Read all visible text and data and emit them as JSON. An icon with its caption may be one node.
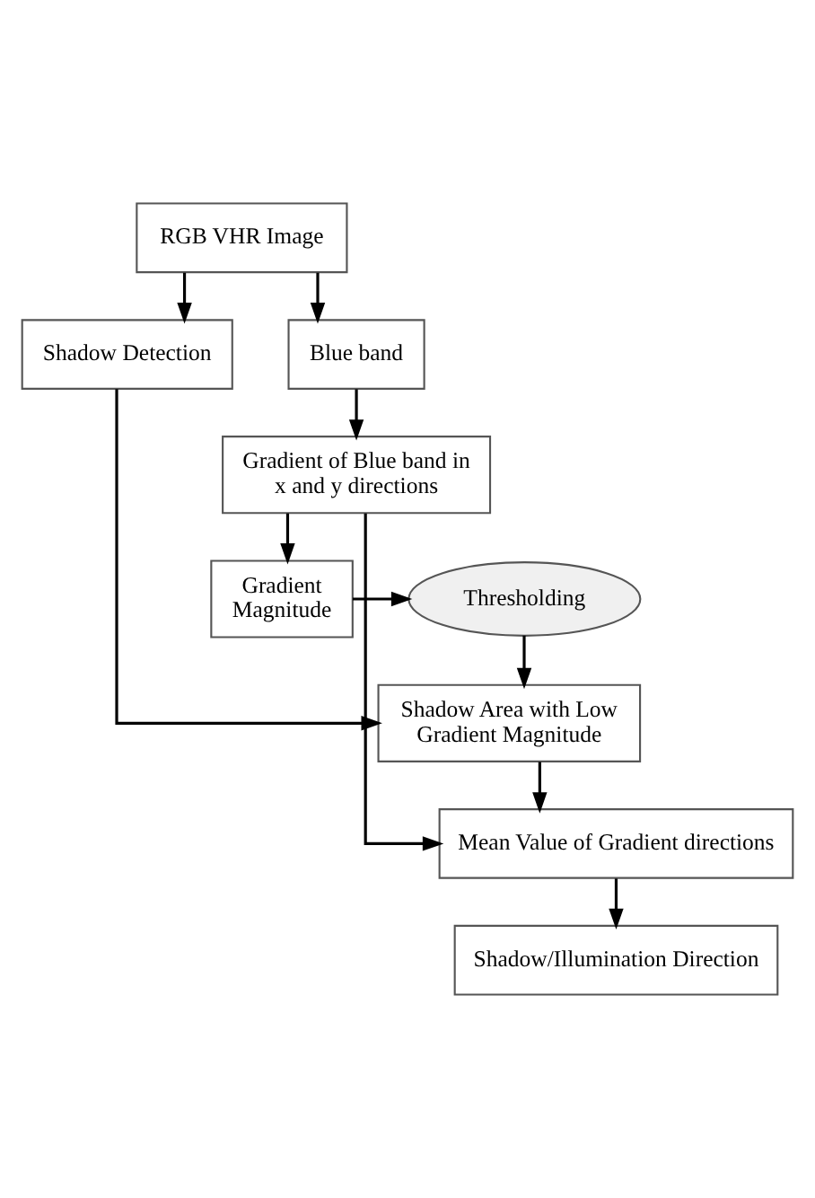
{
  "diagram": {
    "nodes": [
      {
        "text": [
          "RGB VHR Image"
        ]
      },
      {
        "text": [
          "Shadow Detection"
        ]
      },
      {
        "text": [
          "Blue band"
        ]
      },
      {
        "text": [
          "Gradient of Blue band in x and y directions"
        ]
      },
      {
        "text": [
          "Gradient Magnitude"
        ]
      },
      {
        "text": [
          "Thresholding"
        ]
      },
      {
        "text": [
          "Shadow Area with Low Gradient Magnitude"
        ]
      },
      {
        "text": [
          "Mean Value of Gradient directions"
        ]
      },
      {
        "text": [
          "Shadow/Illumination Direction"
        ]
      }
    ],
    "edges": [
      {
        "from": 0,
        "to": 1,
        "arrow": "to"
      },
      {
        "from": 0,
        "to": 2,
        "arrow": "to"
      },
      {
        "from": 2,
        "to": 3,
        "arrow": "to"
      },
      {
        "from": 3,
        "to": 4,
        "arrow": "to"
      },
      {
        "from": 4,
        "to": 5,
        "arrow": "to"
      },
      {
        "from": 5,
        "to": 6,
        "arrow": "to"
      },
      {
        "from": 1,
        "to": 6,
        "arrow": "to"
      },
      {
        "from": 6,
        "to": 7,
        "arrow": "to"
      },
      {
        "from": 3,
        "to": 7,
        "arrow": "to"
      },
      {
        "from": 7,
        "to": 8,
        "arrow": "to"
      }
    ]
  }
}
